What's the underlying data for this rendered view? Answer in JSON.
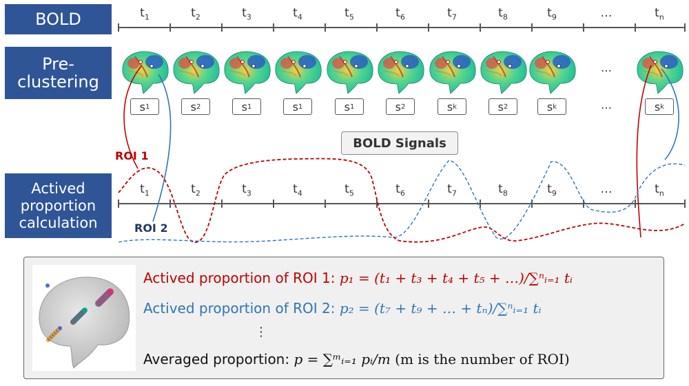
{
  "labels": {
    "bold": "BOLD",
    "pre_line1": "Pre-",
    "pre_line2": "clustering",
    "act_line1": "Actived",
    "act_line2": "proportion",
    "act_line3": "calculation"
  },
  "timeline": [
    "1",
    "2",
    "3",
    "4",
    "5",
    "6",
    "7",
    "8",
    "9",
    "…",
    "n"
  ],
  "states": [
    "1",
    "2",
    "1",
    "1",
    "1",
    "2",
    "k",
    "2",
    "k",
    "…",
    "k"
  ],
  "signals_badge": "BOLD Signals",
  "roi1": "ROI 1",
  "roi2": "ROI 2",
  "formulas": {
    "roi1_text": "Actived proportion of ROI 1:",
    "roi1_math": "p₁ = (t₁ + t₃ + t₄ + t₅ + …)/∑ⁿᵢ₌₁ tᵢ",
    "roi2_text": "Actived proportion of ROI 2:",
    "roi2_math": "p₂ = (t₇ + t₉ + … + tₙ)/∑ⁿᵢ₌₁ tᵢ",
    "vdots": "⋮",
    "avg_text": "Averaged proportion:",
    "avg_math": "p = ∑ᵐᵢ₌₁ pᵢ/m",
    "avg_note": "(m is the number of ROI)"
  },
  "colors": {
    "sidebar": "#2f5597",
    "roi1": "#c00000",
    "roi2": "#2e75b6"
  }
}
